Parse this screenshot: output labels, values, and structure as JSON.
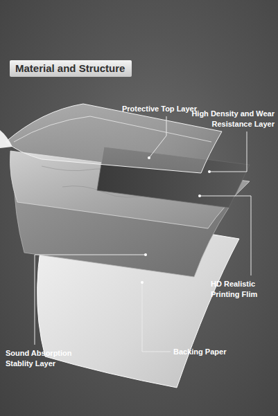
{
  "diagram": {
    "title": "Material and Structure",
    "labels": [
      "Protective Top Layer",
      "High Density and Wear Resistance Layer",
      "HD Realistic Printing Flim",
      "Sound Absorption Stablity Layer",
      "Backing Paper"
    ]
  }
}
